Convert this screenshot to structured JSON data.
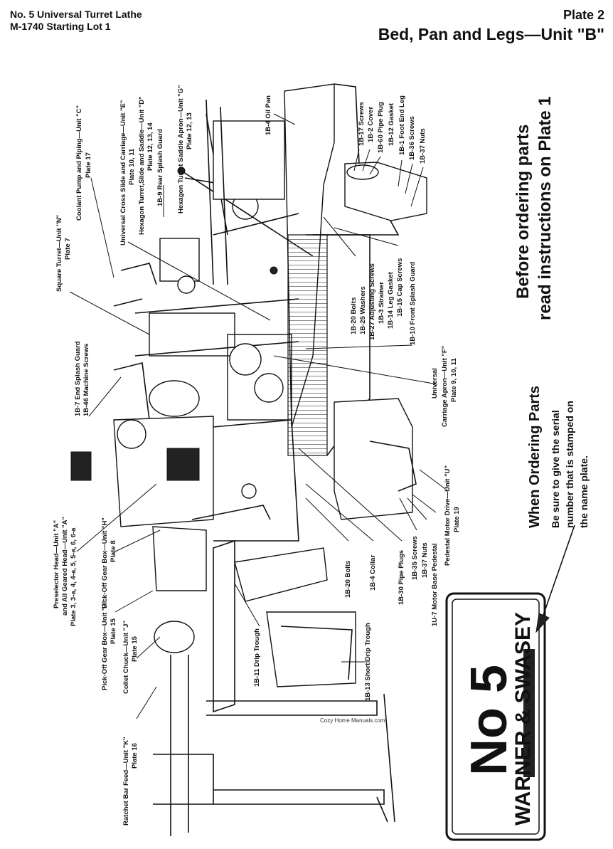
{
  "header": {
    "line1": "No. 5 Universal Turret Lathe",
    "line2": "M-1740 Starting Lot 1",
    "plate": "Plate 2",
    "title": "Bed, Pan and Legs—Unit \"B\""
  },
  "notices": {
    "before_line1": "Before ordering parts",
    "before_line2": "read instructions on Plate 1",
    "when_title": "When Ordering Parts",
    "when_line1": "Be sure to give the serial",
    "when_line2": "number that is stamped on",
    "when_line3": "the name plate."
  },
  "nameplate": {
    "no_label": "No 5",
    "maker": "WARNER & SWASEY"
  },
  "watermark": "Cozy Home Manuals.com",
  "labels": {
    "oil_pan": "1B-4 Oil Pan",
    "screws_17": "1B-17 Screws",
    "cover": "1B-2 Cover",
    "pipe_plug": "1B-60 Pipe Plug",
    "gasket": "1B-12 Gasket",
    "foot_end_leg": "1B-1 Foot End Leg",
    "screws_36": "1B-36 Screws",
    "nuts_37": "1B-37 Nuts",
    "cross_slide_l1": "Universal Cross Slide and Carriage—Unit \"E\"",
    "cross_slide_l2": "Plate 10, 11",
    "turret_slide_l1": "Hexagon Turret,Slide and Saddle—Unit \"D\"",
    "turret_slide_l2": "Plate 12, 13, 14",
    "saddle_apron_l1": "Hexagon Turret Saddle Apron—Unit \"G\"",
    "saddle_apron_l2": "Plate 12, 13",
    "rear_guard": "1B-9 Rear Splash Guard",
    "coolant_l1": "Coolant Pump and Piping—Unit \"C\"",
    "coolant_l2": "Plate 17",
    "square_turret_l1": "Square Turret—Unit \"N\"",
    "square_turret_l2": "Plate 7",
    "bolts_20": "1B-20 Bolts",
    "washers_25": "1B-25 Washers",
    "adjusting_screws": "1B-27 Adjusting Screws",
    "strainer": "1B-3 Strainer",
    "leg_gasket": "1B-14 Leg Gasket",
    "cap_screws": "1B-15 Cap Screws",
    "front_guard": "1B-10 Front Splash Guard",
    "end_guard": "1B-7 End Splash Guard",
    "machine_screws": "1B-46 Machine Screws",
    "carriage_l1": "Universal",
    "carriage_l2": "Carriage Apron—Unit \"F\"",
    "carriage_l3": "Plate 9, 10, 11",
    "motor_drive_l1": "Pedestal Motor Drive—Unit \"U\"",
    "motor_drive_l2": "Plate 19",
    "motor_pedestal": "1U-7 Motor Base Pedestal",
    "nuts_37b": "1B-37 Nuts",
    "screws_35": "1B-35 Screws",
    "pipe_plugs_30": "1B-30 Pipe Plugs",
    "collar": "1B-4 Collar",
    "bolts_20b": "1B-20 Bolts",
    "preselector_l1": "Preselector Head—Unit \"A\"",
    "preselector_l2": "and All Geared Head—Unit \"A\"",
    "preselector_l3": "Plate 3, 3-a, 4, 4-a, 5, 5-a, 6, 6-a",
    "gear_box_l1": "Pick-Off Gear Box—Unit \"H\"",
    "gear_box_l2": "Plate 8",
    "collet_l1": "Pick-Off Gear Box—Unit \"J\"",
    "collet_l2": "Plate 15",
    "collet_chuck_l1": "Collet Chuck—Unit \"J\"",
    "collet_chuck_l2": "Plate 15",
    "drip_trough": "1B-11 Drip Trough",
    "short_trough": "1B-13 Short Drip Trough",
    "ratchet_l1": "Ratchet Bar Feed—Unit \"K\"",
    "ratchet_l2": "Plate 16"
  }
}
